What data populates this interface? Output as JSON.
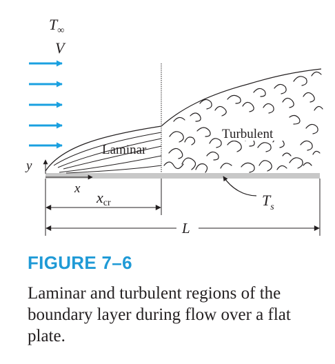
{
  "labels": {
    "t_infinity_main": "T",
    "t_infinity_sub": "∞",
    "v": "V",
    "laminar": "Laminar",
    "turbulent": "Turbulent",
    "y_axis": "y",
    "x_axis": "x",
    "x_cr_main": "x",
    "x_cr_sub": "cr",
    "t_s_main": "T",
    "t_s_sub": "s",
    "length": "L"
  },
  "caption": {
    "figure_number": "FIGURE 7–6",
    "text": "Laminar and turbulent regions of the boundary layer during flow over a flat plate."
  },
  "colors": {
    "flow_arrows": "#1aa0e0",
    "plate": "#c8c8c8",
    "caption_title": "#1f9ad6",
    "ink": "#231f20"
  }
}
